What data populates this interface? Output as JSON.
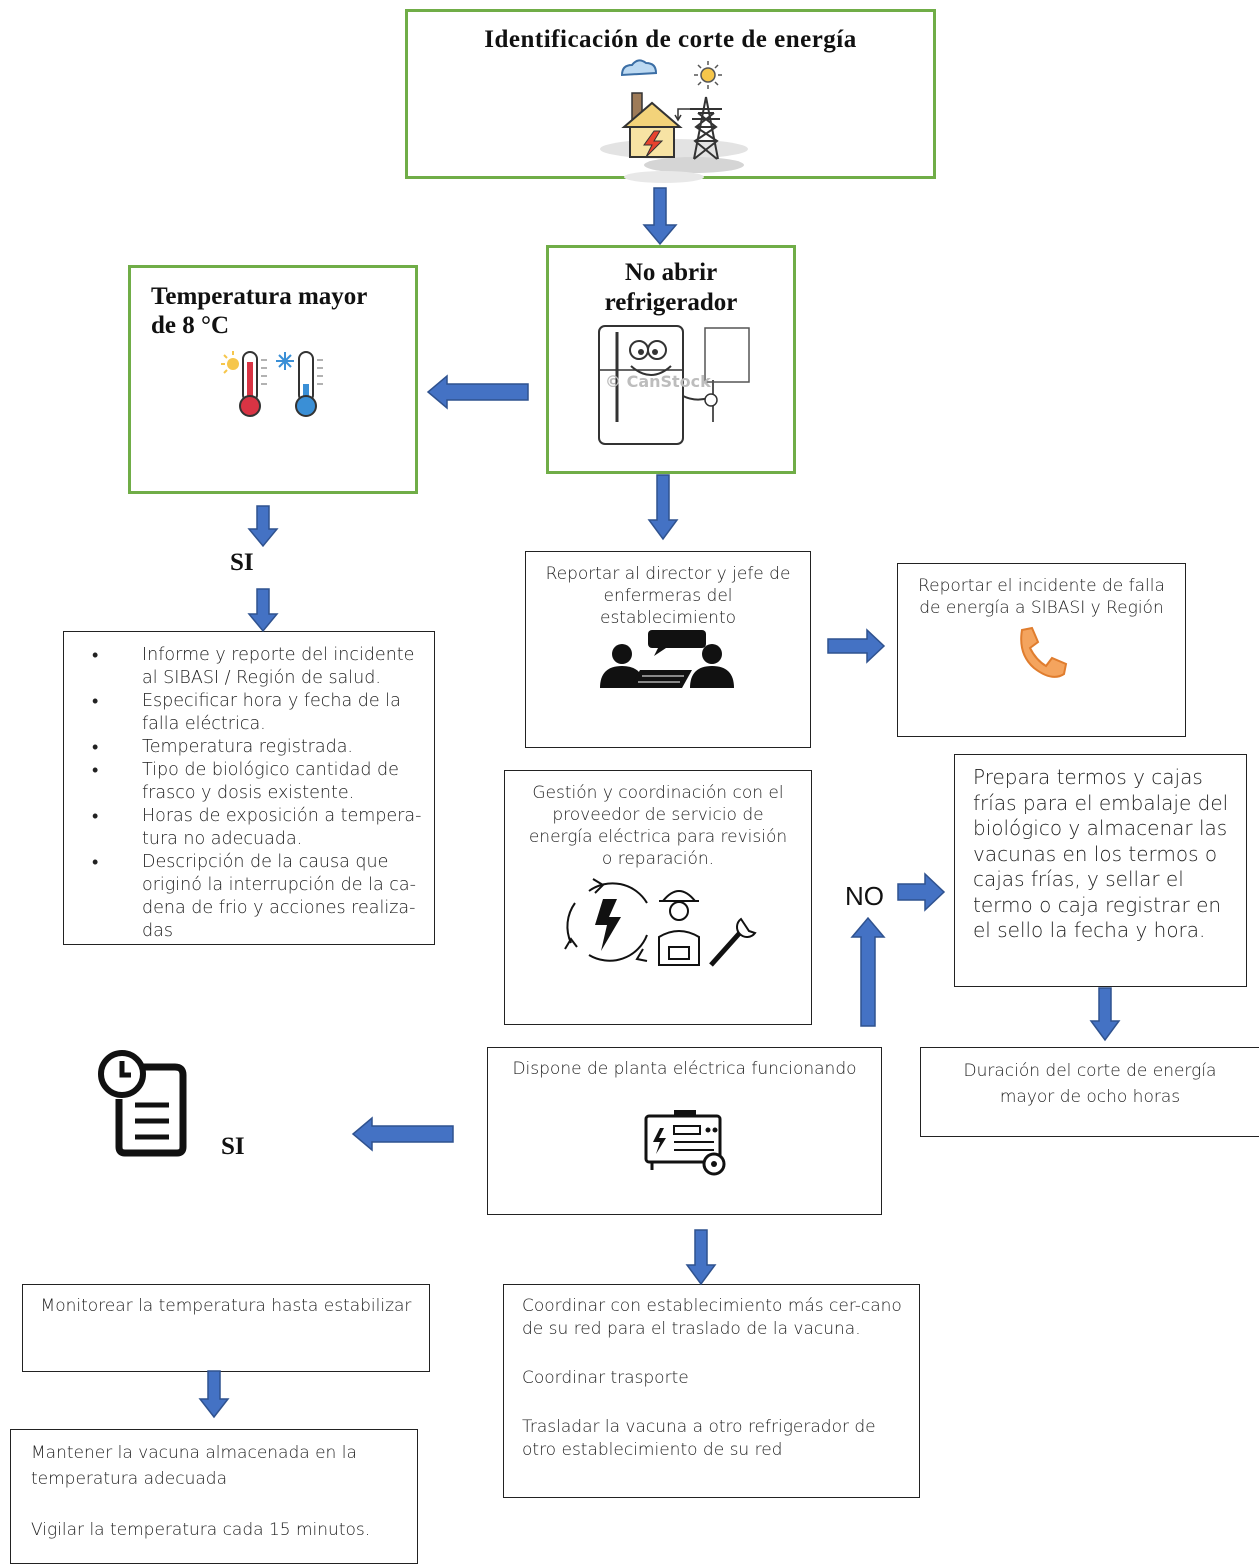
{
  "nodes": {
    "power_outage": {
      "title": "Identificación de corte de energía",
      "icon": "power-plant-tower-icon"
    },
    "no_open_fridge": {
      "title": "No abrir refrigerador",
      "icon": "fridge-cartoon-icon",
      "watermark": "© CanStock"
    },
    "temp_high": {
      "title": "Temperatura mayor de 8 °C",
      "icon": "thermometers-icon"
    },
    "report_director": {
      "text": "Reportar al director y jefe de enfermeras del establecimiento",
      "icon": "meeting-people-icon"
    },
    "report_sibasi": {
      "text": "Reportar el incidente de falla de energía  a SIBASI y Región",
      "icon": "phone-icon"
    },
    "incident_report": {
      "items": [
        "Informe y reporte del incidente al SIBASI / Región de salud.",
        "Especificar hora y fecha de la falla eléctrica.",
        "Temperatura registrada.",
        "Tipo de biológico cantidad de frasco y dosis existente.",
        "Horas de exposición a tempera-tura no adecuada.",
        "Descripción de la causa que originó la interrupción de la ca-dena de frio y acciones realiza-das"
      ]
    },
    "coordination_provider": {
      "text": "Gestión y coordinación con el proveedor de servicio de energía eléctrica para revisión o reparación.",
      "icon": "repair-technician-icon"
    },
    "prepare_thermos": {
      "text": "Prepara termos y cajas frías para el embalaje del biológico y almacenar las vacunas en los termos o cajas frías, y sellar el termo o caja registrar en el sello la fecha y hora."
    },
    "generator": {
      "text": "Dispone  de planta eléctrica funcionando",
      "icon": "generator-icon"
    },
    "duration": {
      "text": "Duración del corte de energía mayor de ocho horas"
    },
    "checklist_icon": {
      "icon": "clock-checklist-icon"
    },
    "monitor": {
      "text": "Monitorear la temperatura hasta estabilizar"
    },
    "keep_vaccine": {
      "line1": "Mantener la vacuna almacenada en la temperatura adecuada",
      "line2": "Vigilar la temperatura cada 15 minutos."
    },
    "coordinate_transfer": {
      "p1": "Coordinar con establecimiento más cer-cano de su red para el traslado de la vacuna.",
      "p2": "Coordinar trasporte",
      "p3": "Trasladar la vacuna  a otro refrigerador de otro establecimiento de su red"
    }
  },
  "labels": {
    "si_1": "SI",
    "si_2": "SI",
    "no": "NO"
  },
  "colors": {
    "arrow": "#4472c4",
    "arrow_stroke": "#2f528f",
    "green_border": "#70ad47"
  }
}
